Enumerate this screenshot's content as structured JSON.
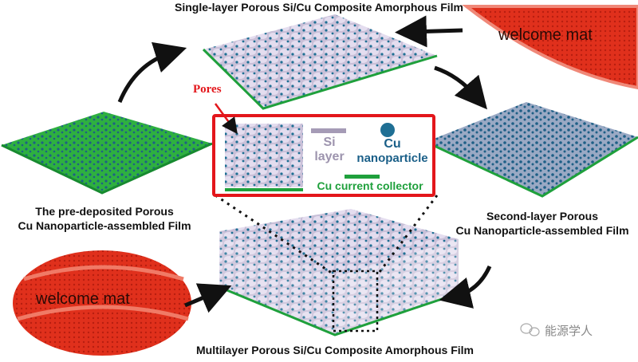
{
  "titles": {
    "top": "Single-layer Porous Si/Cu Composite Amorphous  Film",
    "left_line1": "The pre-deposited Porous",
    "left_line2": "Cu Nanoparticle-assembled Film",
    "right_line1": "Second-layer Porous",
    "right_line2": "Cu Nanoparticle-assembled Film",
    "bottom": "Multilayer Porous Si/Cu Composite Amorphous Film"
  },
  "mats": {
    "top_right": "welcome mat",
    "bottom_left": "welcome mat"
  },
  "legend": {
    "pores": "Pores",
    "si_line1": "Si",
    "si_line2": "layer",
    "cu_line1": "Cu",
    "cu_line2": "nanoparticle",
    "collector": "Cu current collector"
  },
  "watermark": "能源学人",
  "colors": {
    "si": "#b8aec8",
    "cu": "#1f6f94",
    "collector": "#1fa03c",
    "mat": "#e0301c",
    "frame": "#e3161b"
  }
}
